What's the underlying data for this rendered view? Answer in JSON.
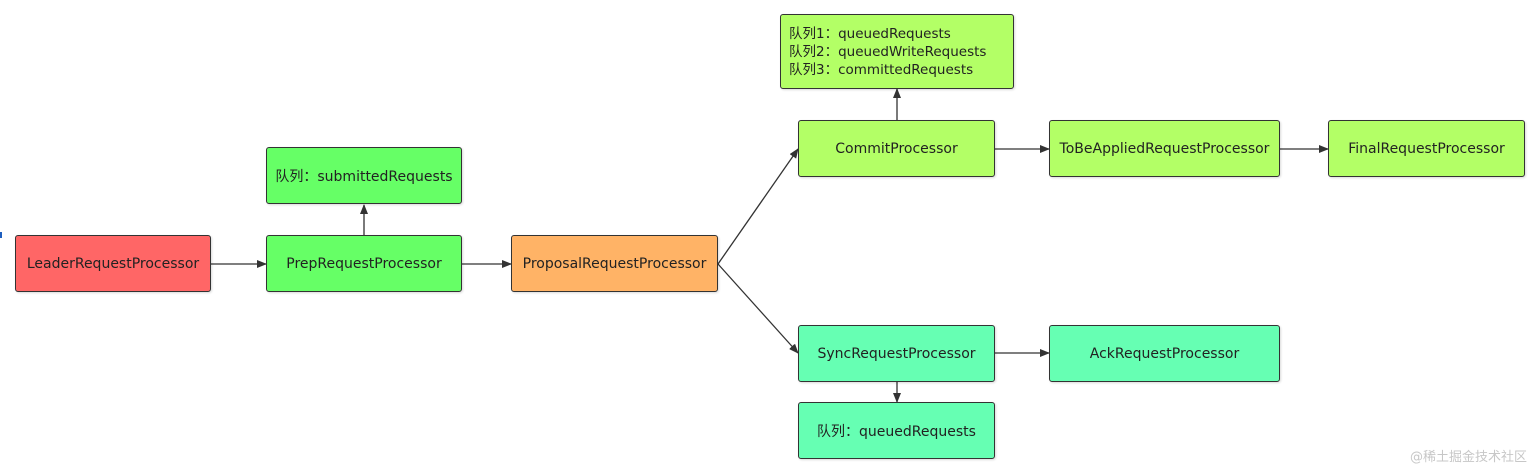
{
  "nodes": {
    "leader": "LeaderRequestProcessor",
    "prep": "PrepRequestProcessor",
    "prep_queue": "队列：submittedRequests",
    "proposal": "ProposalRequestProcessor",
    "commit": "CommitProcessor",
    "commit_queues": [
      "队列1：queuedRequests",
      "队列2：queuedWriteRequests",
      "队列3：committedRequests"
    ],
    "tobeapplied": "ToBeAppliedRequestProcessor",
    "final": "FinalRequestProcessor",
    "sync": "SyncRequestProcessor",
    "sync_queue": "队列：queuedRequests",
    "ack": "AckRequestProcessor"
  },
  "colors": {
    "leader": "#ff6666",
    "prep": "#66ff66",
    "proposal": "#ffb366",
    "commit": "#b3ff66",
    "sync": "#66ffb3"
  },
  "watermark": "@稀土掘金技术社区"
}
